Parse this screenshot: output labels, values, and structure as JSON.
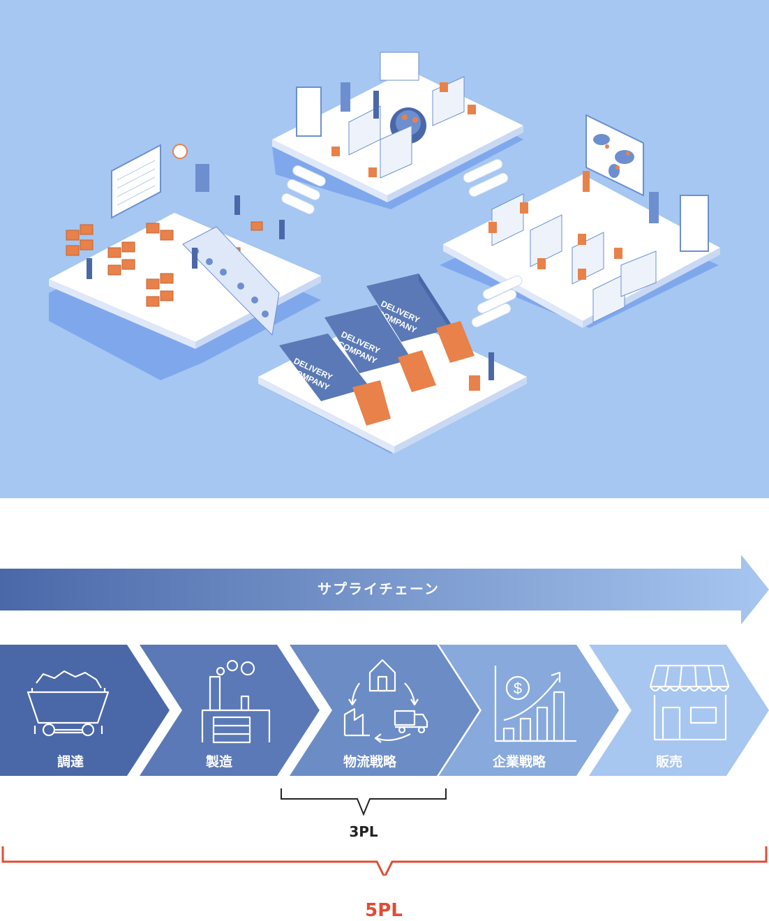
{
  "illustration": {
    "truck_text_line1": "DELIVERY",
    "truck_text_line2": "COMPANY",
    "background_color": "#a5c7f1",
    "accent_color": "#e8814a"
  },
  "supply_chain": {
    "label": "サプライチェーン"
  },
  "stages": [
    {
      "label": "調達",
      "icon": "mine-cart-icon",
      "color": "#4a68a8"
    },
    {
      "label": "製造",
      "icon": "factory-icon",
      "color": "#5a79b6"
    },
    {
      "label": "物流戦略",
      "icon": "logistics-cycle-icon",
      "color": "#6c8cc6"
    },
    {
      "label": "企業戦略",
      "icon": "growth-chart-icon",
      "color": "#88a9dc"
    },
    {
      "label": "販売",
      "icon": "storefront-icon",
      "color": "#a7c6f0"
    }
  ],
  "brackets": {
    "pl3": {
      "label": "3PL",
      "color": "#222222"
    },
    "pl5": {
      "label": "5PL",
      "color": "#e34b33"
    }
  }
}
